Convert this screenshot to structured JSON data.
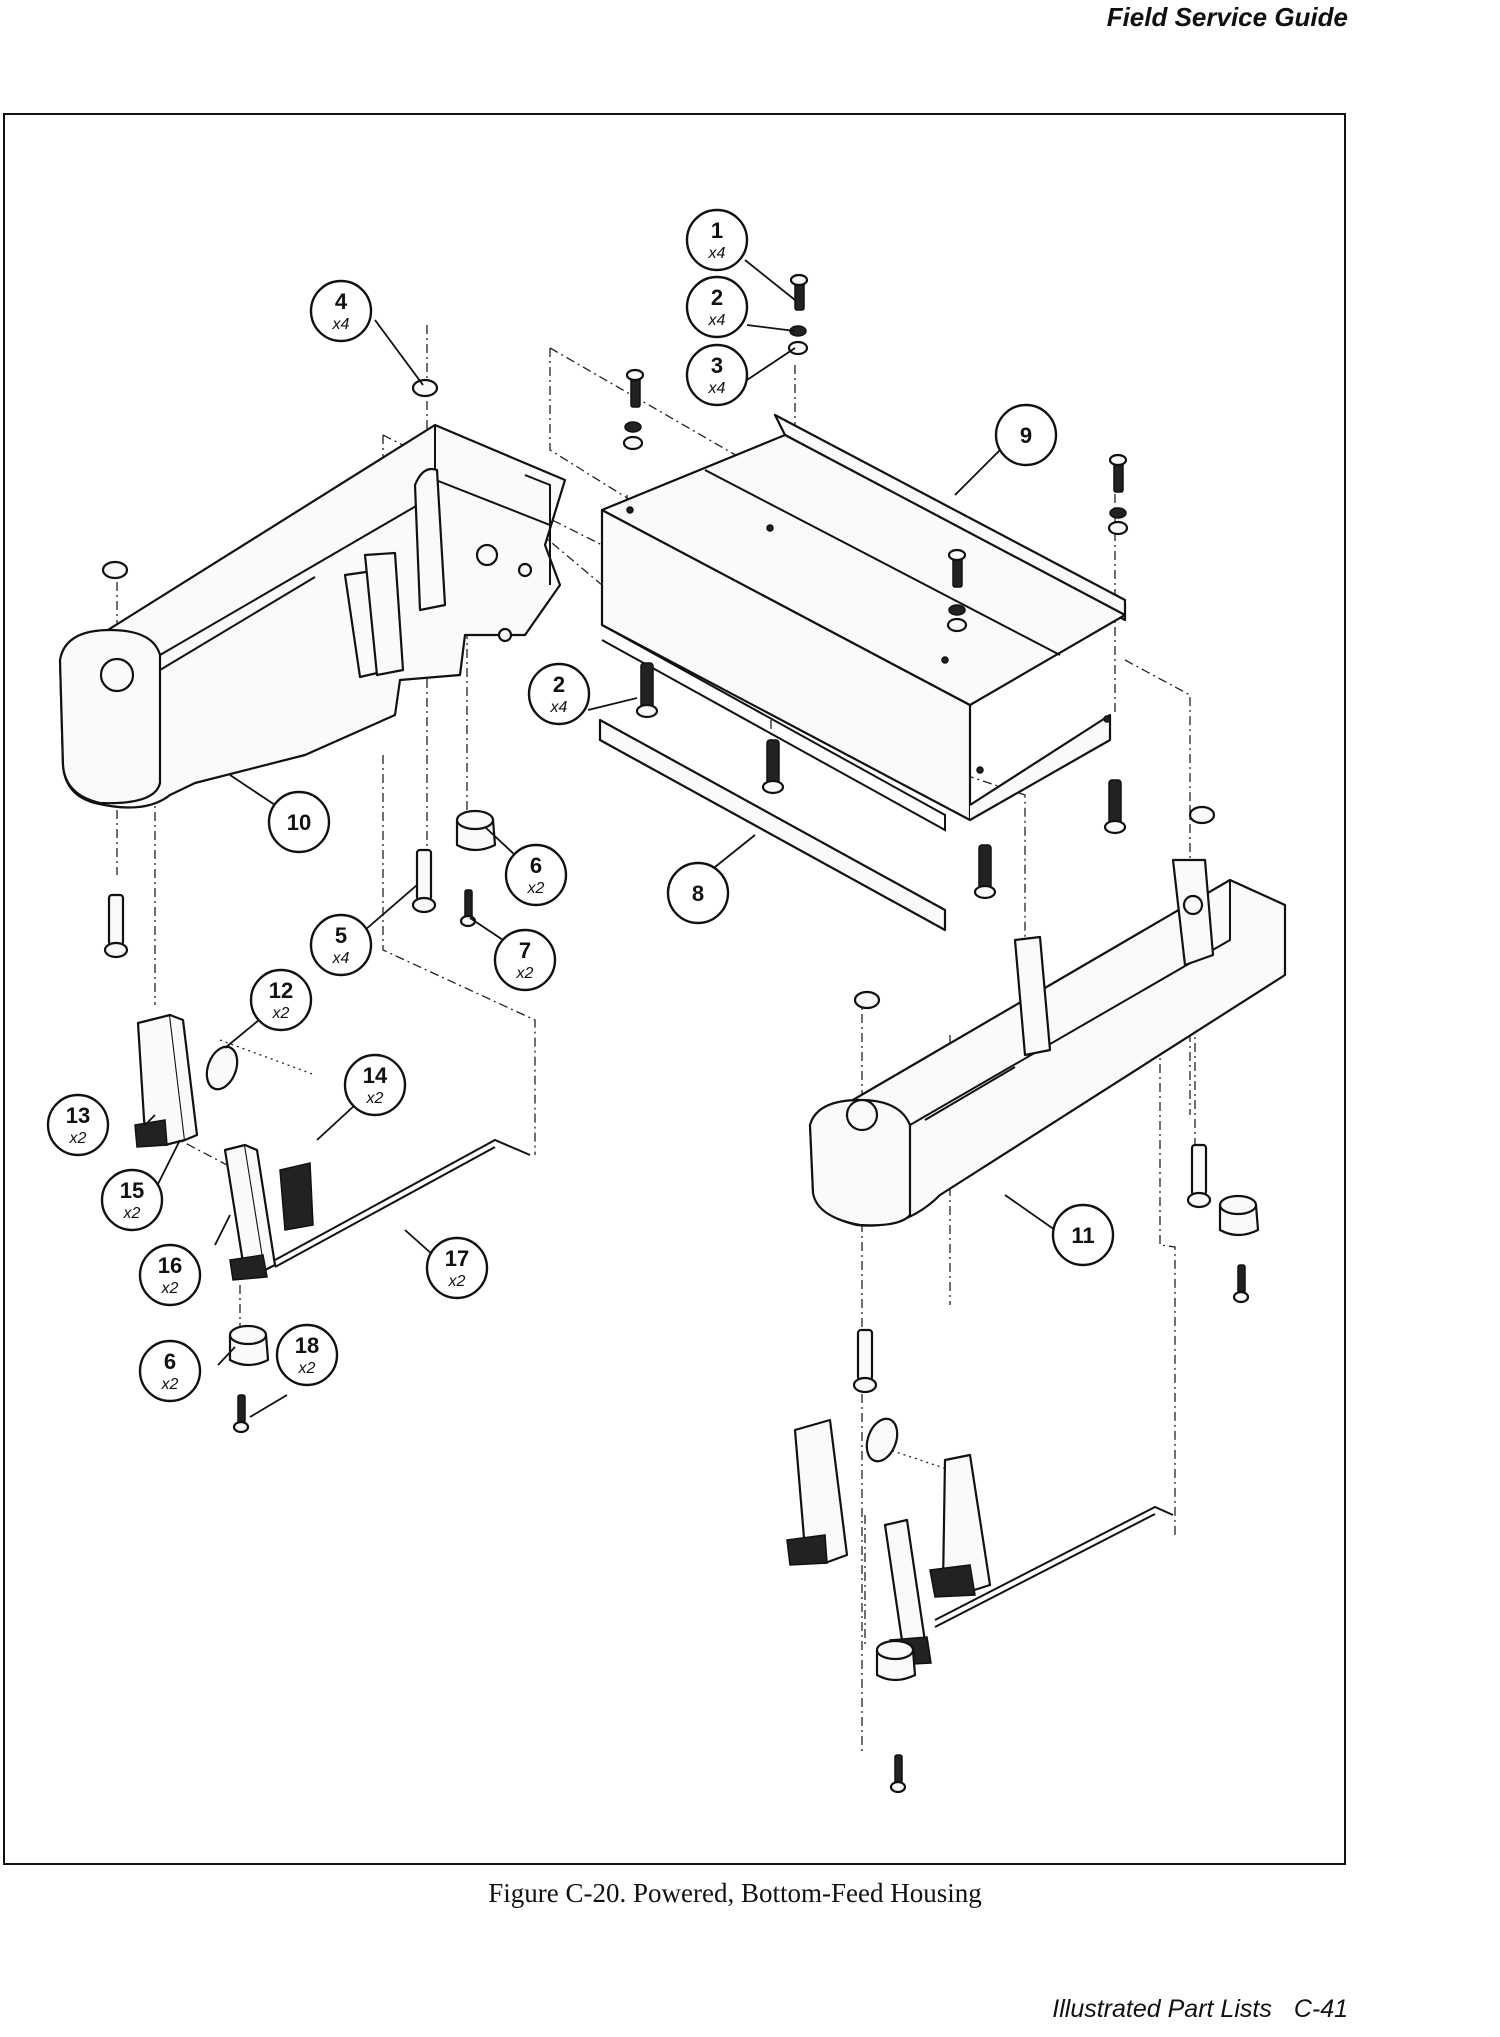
{
  "header": {
    "title": "Field Service Guide"
  },
  "figure": {
    "caption": "Figure C-20.  Powered, Bottom-Feed Housing",
    "callouts": [
      {
        "id": "c1",
        "number": "1",
        "qty": "x4"
      },
      {
        "id": "c2a",
        "number": "2",
        "qty": "x4"
      },
      {
        "id": "c3",
        "number": "3",
        "qty": "x4"
      },
      {
        "id": "c4",
        "number": "4",
        "qty": "x4"
      },
      {
        "id": "c9",
        "number": "9",
        "qty": ""
      },
      {
        "id": "c2b",
        "number": "2",
        "qty": "x4"
      },
      {
        "id": "c10",
        "number": "10",
        "qty": ""
      },
      {
        "id": "c6a",
        "number": "6",
        "qty": "x2"
      },
      {
        "id": "c8",
        "number": "8",
        "qty": ""
      },
      {
        "id": "c5",
        "number": "5",
        "qty": "x4"
      },
      {
        "id": "c7",
        "number": "7",
        "qty": "x2"
      },
      {
        "id": "c12",
        "number": "12",
        "qty": "x2"
      },
      {
        "id": "c14",
        "number": "14",
        "qty": "x2"
      },
      {
        "id": "c13",
        "number": "13",
        "qty": "x2"
      },
      {
        "id": "c15",
        "number": "15",
        "qty": "x2"
      },
      {
        "id": "c11",
        "number": "11",
        "qty": ""
      },
      {
        "id": "c16",
        "number": "16",
        "qty": "x2"
      },
      {
        "id": "c17",
        "number": "17",
        "qty": "x2"
      },
      {
        "id": "c6b",
        "number": "6",
        "qty": "x2"
      },
      {
        "id": "c18",
        "number": "18",
        "qty": "x2"
      }
    ]
  },
  "footer": {
    "section": "Illustrated Part Lists",
    "page": "C-41"
  }
}
